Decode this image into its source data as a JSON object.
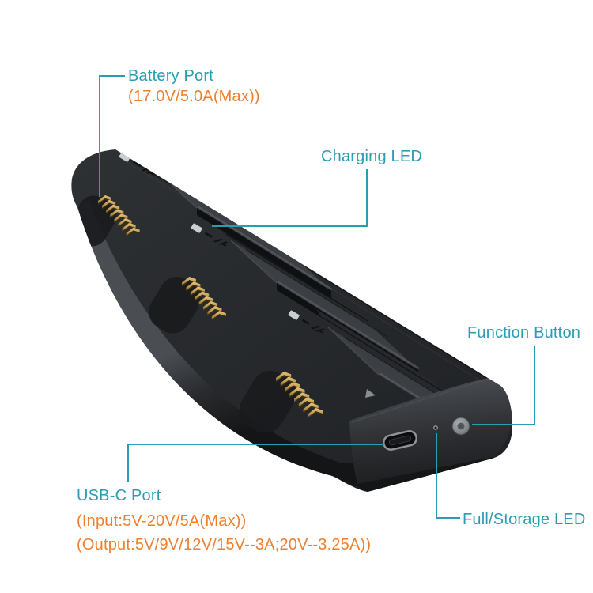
{
  "product": {
    "type": "3-slot drone battery charging hub",
    "slot_count": 3,
    "background": "#FFFFFF"
  },
  "colors": {
    "callout_label": "#2B9DB3",
    "callout_line": "#2B9DB3",
    "spec_text": "#EE7F2F",
    "device_body": "#232528",
    "cradle_top": "#4E5257",
    "gold_pins": "#C19A4B",
    "led_window": "#C9CED3",
    "button_gray": "#8F9398"
  },
  "callouts": {
    "battery_port": {
      "label": "Battery Port",
      "spec": "(17.0V/5.0A(Max))"
    },
    "charging_led": {
      "label": "Charging LED"
    },
    "function_button": {
      "label": "Function Button"
    },
    "usb_c_port": {
      "label": "USB-C Port",
      "spec_input": "(Input:5V-20V/5A(Max))",
      "spec_output": "(Output:5V/9V/12V/15V--3A;20V--3.25A))"
    },
    "full_storage_led": {
      "label": "Full/Storage LED"
    }
  }
}
